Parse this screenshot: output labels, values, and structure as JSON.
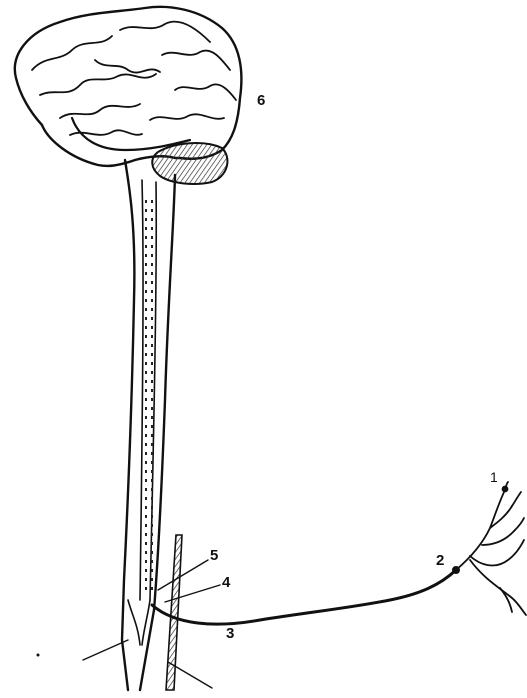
{
  "labels": {
    "receptor": "1",
    "ganglion": "2",
    "sensory_nerve": "3",
    "dorsal_root": "4",
    "spinal_segment": "5",
    "brain": "6"
  },
  "colors": {
    "line": "#111111",
    "background": "#ffffff",
    "shading": "#333333"
  }
}
